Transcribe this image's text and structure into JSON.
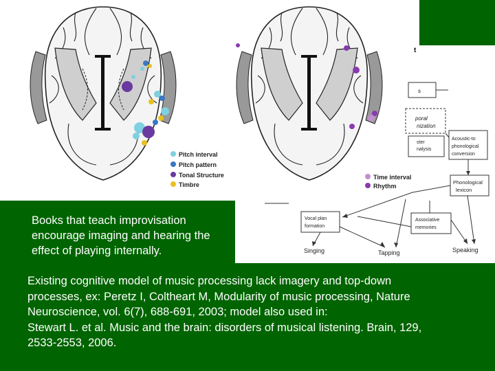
{
  "colors": {
    "slide_background": "#006400",
    "figure_background": "#ffffff",
    "pitch_interval": "#7fd0e0",
    "pitch_pattern": "#3a78c4",
    "tonal_structure": "#6a3aa0",
    "timbre": "#e8c020",
    "time_interval": "#c090d0",
    "rhythm": "#8a3ab0"
  },
  "figure": {
    "legend_left": [
      {
        "label": "Pitch interval",
        "color_key": "pitch_interval"
      },
      {
        "label": "Pitch pattern",
        "color_key": "pitch_pattern"
      },
      {
        "label": "Tonal Structure",
        "color_key": "tonal_structure"
      },
      {
        "label": "Timbre",
        "color_key": "timbre"
      }
    ],
    "legend_right": [
      {
        "label": "Time interval",
        "color_key": "time_interval"
      },
      {
        "label": "Rhythm",
        "color_key": "rhythm"
      }
    ],
    "diagram": {
      "partial_box_top": "s",
      "partial_box_middle_line1": "poral",
      "partial_box_middle_line2": "nization",
      "partial_box_lower_line1": "ster",
      "partial_box_lower_line2": "nalysis",
      "partial_letter": "t",
      "acoustic_box_line1": "Acoustic-to",
      "acoustic_box_line2": "phonological",
      "acoustic_box_line3": "conversion",
      "phon_lexicon_line1": "Phonological",
      "phon_lexicon_line2": "lexicon",
      "vocal_plan_line1": "Vocal plan",
      "vocal_plan_line2": "formation",
      "assoc_mem_line1": "Associative",
      "assoc_mem_line2": "memories",
      "out_singing": "Singing",
      "out_tapping": "Tapping",
      "out_speaking": "Speaking"
    }
  },
  "left_caption": "Books that teach improvisation encourage imaging and hearing the effect of playing internally.",
  "body": {
    "line1": "Existing cognitive model of music processing lack imagery and top-down",
    "line2": "processes, ex:   Peretz I, Coltheart M, Modularity of music processing, Nature",
    "line3": "Neuroscience, vol. 6(7), 688-691, 2003;  model also used in:",
    "line4": "Stewart L. et al. Music and the brain: disorders of musical listening.  Brain, 129,",
    "line5": "2533-2553, 2006."
  }
}
